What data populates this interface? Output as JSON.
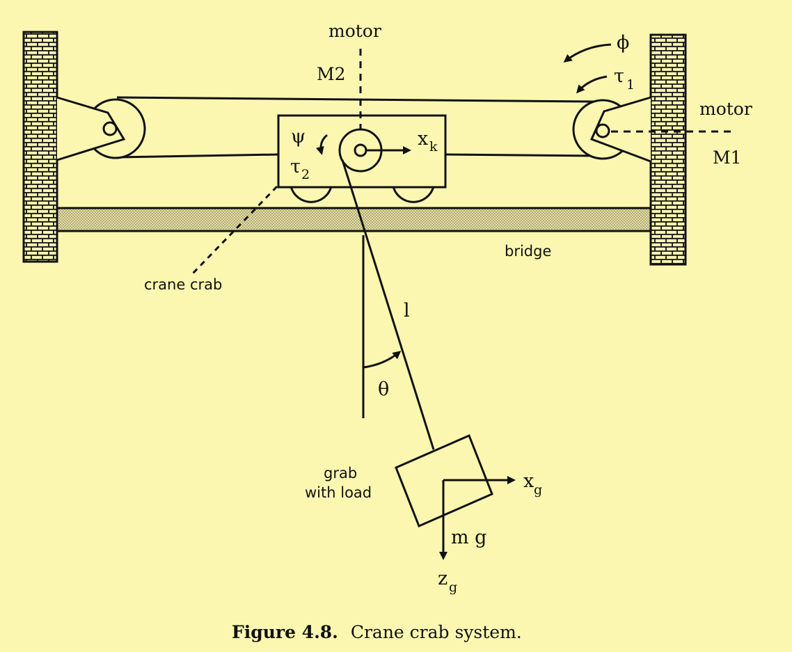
{
  "labels": {
    "motor_top": "motor",
    "m2": "M2",
    "motor_right": "motor",
    "m1": "M1",
    "psi": "ψ",
    "tau2": "τ",
    "tau2_sub": "2",
    "xk": "x",
    "xk_sub": "k",
    "phi": "ϕ",
    "tau1": "τ",
    "tau1_sub": "1",
    "bridge": "bridge",
    "crane_crab": "crane crab",
    "cable_length": "l",
    "theta": "θ",
    "grab_line1": "grab",
    "grab_line2": "with load",
    "xg": "x",
    "xg_sub": "g",
    "mg": "m g",
    "zg": "z",
    "zg_sub": "g"
  },
  "caption": {
    "figure_label": "Figure 4.8.",
    "title": "Crane crab system."
  },
  "colors": {
    "background": "#FBF7B1",
    "ink": "#111111",
    "rail_fill": "#D9D29A"
  }
}
